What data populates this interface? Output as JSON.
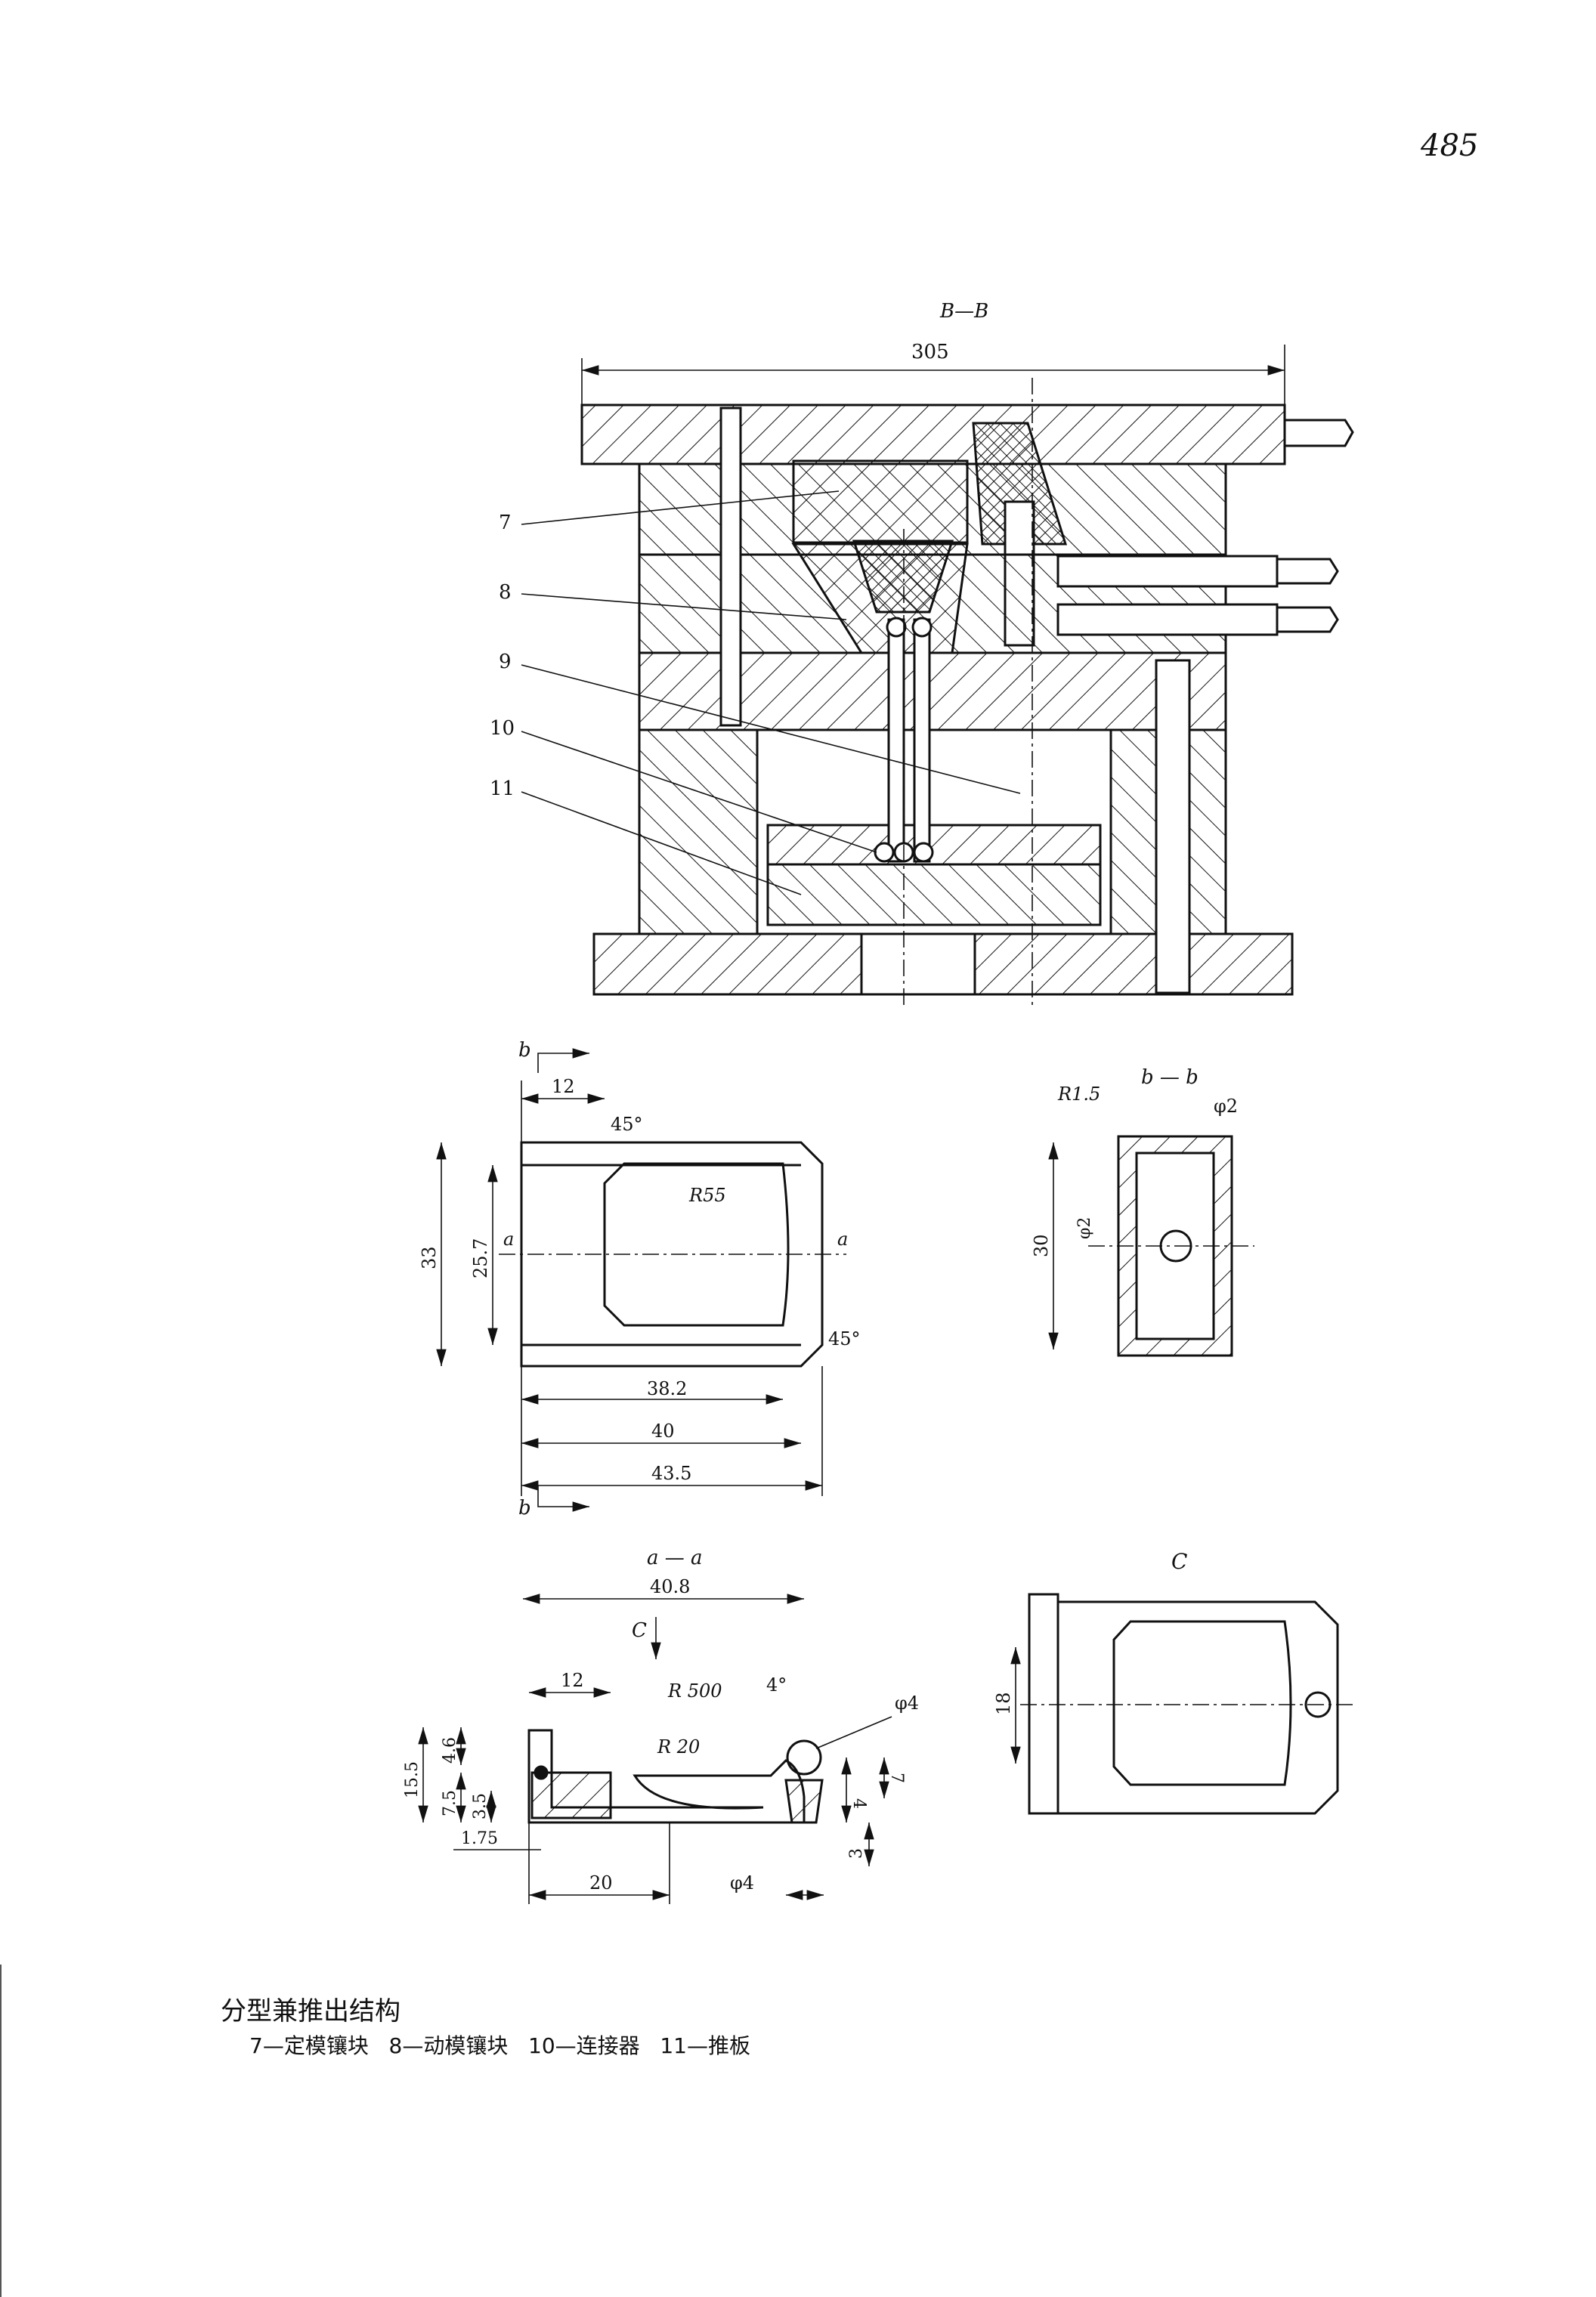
{
  "page_number": "485",
  "views": {
    "bb": {
      "title": "B—B",
      "overall_width": "305"
    },
    "plan": {
      "section_mark": "b",
      "section_a": "a",
      "dims": {
        "top": "12",
        "angle_top": "45°",
        "radius": "R55",
        "height_outer": "33",
        "height_inner": "25.7",
        "angle_bottom": "45°",
        "w1": "38.2",
        "w2": "40",
        "w3": "43.5"
      }
    },
    "b_section": {
      "title": "b — b",
      "radius": "R1.5",
      "hole_top": "φ2",
      "hole_side": "φ2",
      "height": "30"
    },
    "a_section": {
      "title": "a — a",
      "view_c": "C",
      "dims": {
        "overall": "40.8",
        "left_w": "12",
        "r_big": "R 500",
        "angle": "4°",
        "hole": "φ4",
        "r_small": "R 20",
        "h_total": "15.5",
        "h1": "4.6",
        "h2": "7.5",
        "h3": "3.5",
        "offset": "1.75",
        "bottom_left": "20",
        "bottom_hole": "φ4",
        "v4": "4",
        "v7": "7",
        "v3": "3"
      }
    },
    "c_view": {
      "title": "C",
      "height": "18"
    }
  },
  "callouts": [
    "7",
    "8",
    "9",
    "10",
    "11"
  ],
  "caption": {
    "title": "分型兼推出结构",
    "legend": "7—定模镶块   8—动模镶块   10—连接器   11—推板"
  }
}
